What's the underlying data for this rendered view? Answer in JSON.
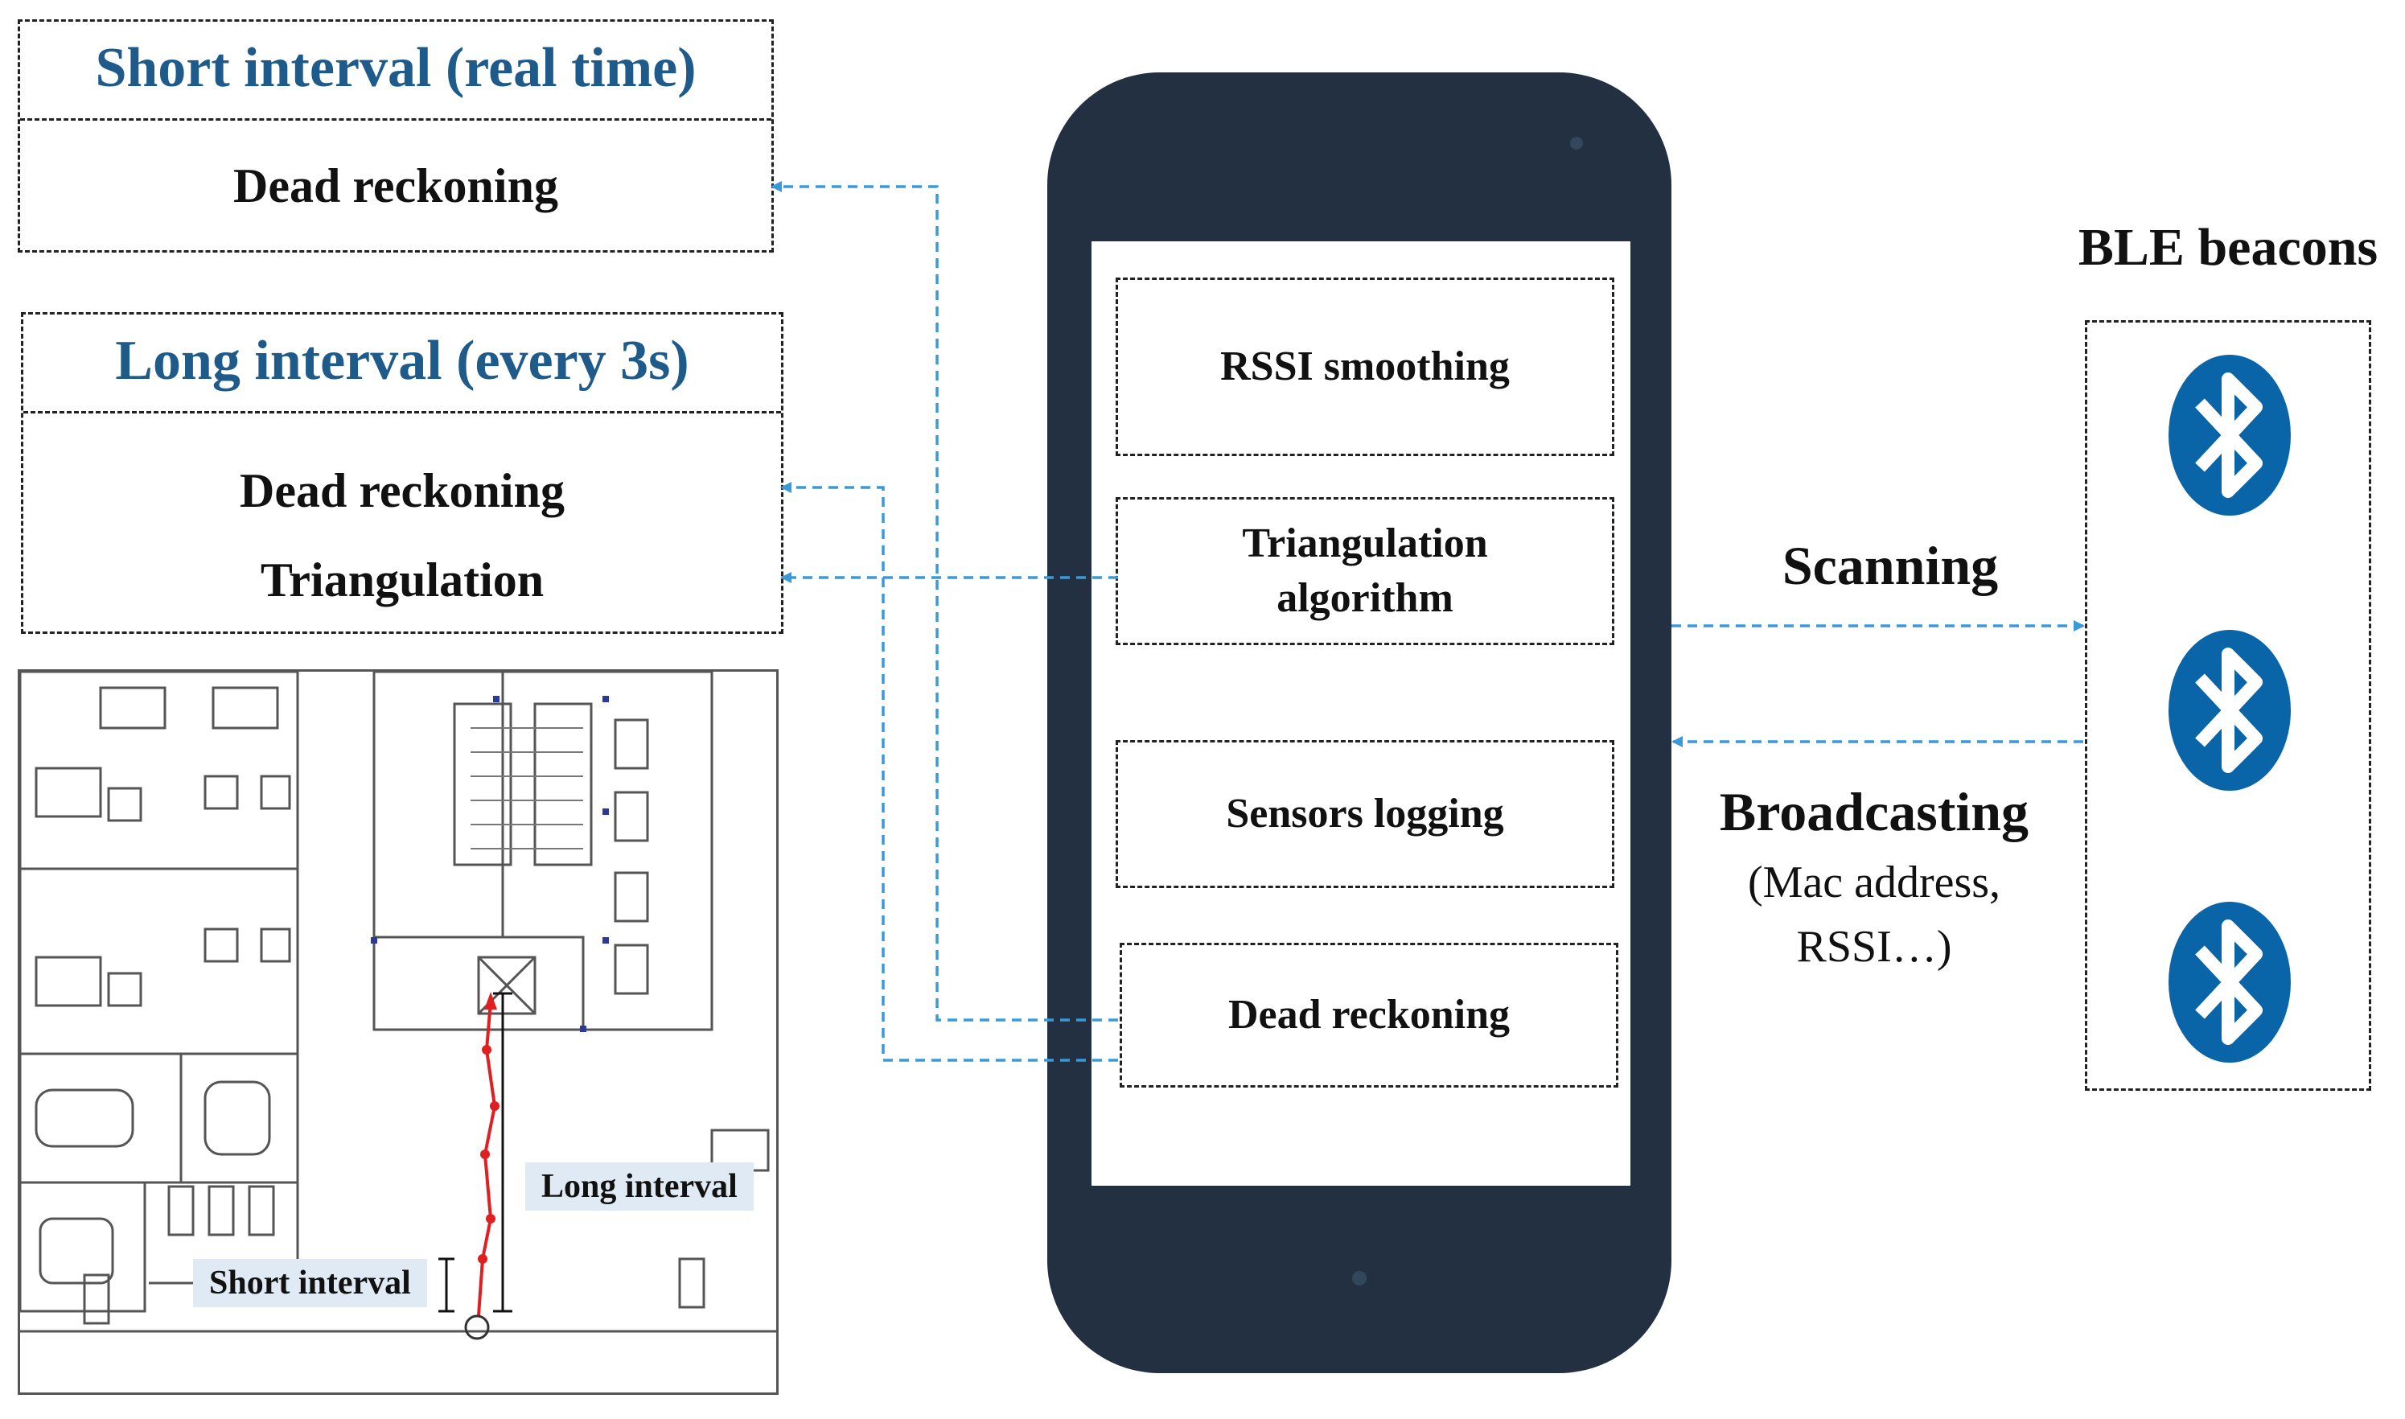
{
  "short_interval": {
    "header": "Short interval (real time)",
    "items": [
      "Dead reckoning"
    ]
  },
  "long_interval": {
    "header": "Long interval (every 3s)",
    "items": [
      "Dead reckoning",
      "Triangulation"
    ]
  },
  "phone_modules": [
    {
      "label": "RSSI smoothing"
    },
    {
      "label": "Triangulation algorithm"
    },
    {
      "label": "Sensors logging"
    },
    {
      "label": "Dead reckoning"
    }
  ],
  "ble": {
    "title": "BLE beacons",
    "scanning": "Scanning",
    "broadcasting": "Broadcasting",
    "broadcast_detail_1": "(Mac address,",
    "broadcast_detail_2": "RSSI…)",
    "icon": "bluetooth-icon"
  },
  "floorplan": {
    "long_label": "Long interval",
    "short_label": "Short interval"
  },
  "colors": {
    "header_blue": "#1f5b8a",
    "arrow_blue": "#3a9ad9",
    "phone_dark": "#223041",
    "bluetooth_blue": "#0a64a8",
    "path_red": "#e02020"
  }
}
